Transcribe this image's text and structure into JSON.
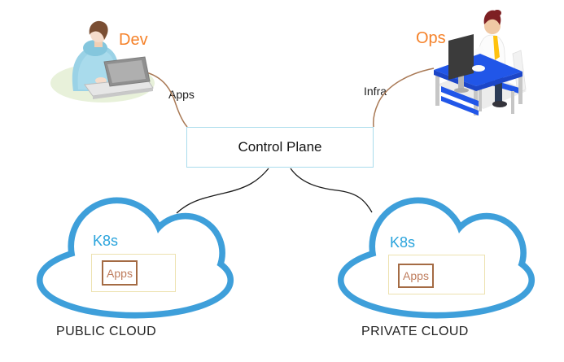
{
  "diagram": {
    "actors": {
      "dev": {
        "label": "Dev",
        "connector_label": "Apps"
      },
      "ops": {
        "label": "Ops",
        "connector_label": "Infra"
      }
    },
    "control_plane": {
      "label": "Control Plane"
    },
    "clouds": {
      "public": {
        "platform_label": "K8s",
        "workload_label": "Apps",
        "name": "PUBLIC CLOUD"
      },
      "private": {
        "platform_label": "K8s",
        "workload_label": "Apps",
        "name": "PRIVATE CLOUD"
      }
    },
    "icons": {
      "dev_figure": "developer-with-laptop-icon",
      "ops_figure": "operator-at-desk-icon",
      "public_cloud": "cloud-outline-icon",
      "private_cloud": "cloud-outline-icon"
    },
    "colors": {
      "accent_orange": "#F5822A",
      "connector_brown": "#A97955",
      "connector_black": "#1A1A1A",
      "control_plane_border": "#A9DCEC",
      "cloud_blue": "#3E9FDA",
      "k8s_blue": "#29A3DC",
      "boundary_border": "#EDE2B0",
      "apps_border": "#A46B44",
      "apps_text": "#BE7C5C"
    }
  }
}
